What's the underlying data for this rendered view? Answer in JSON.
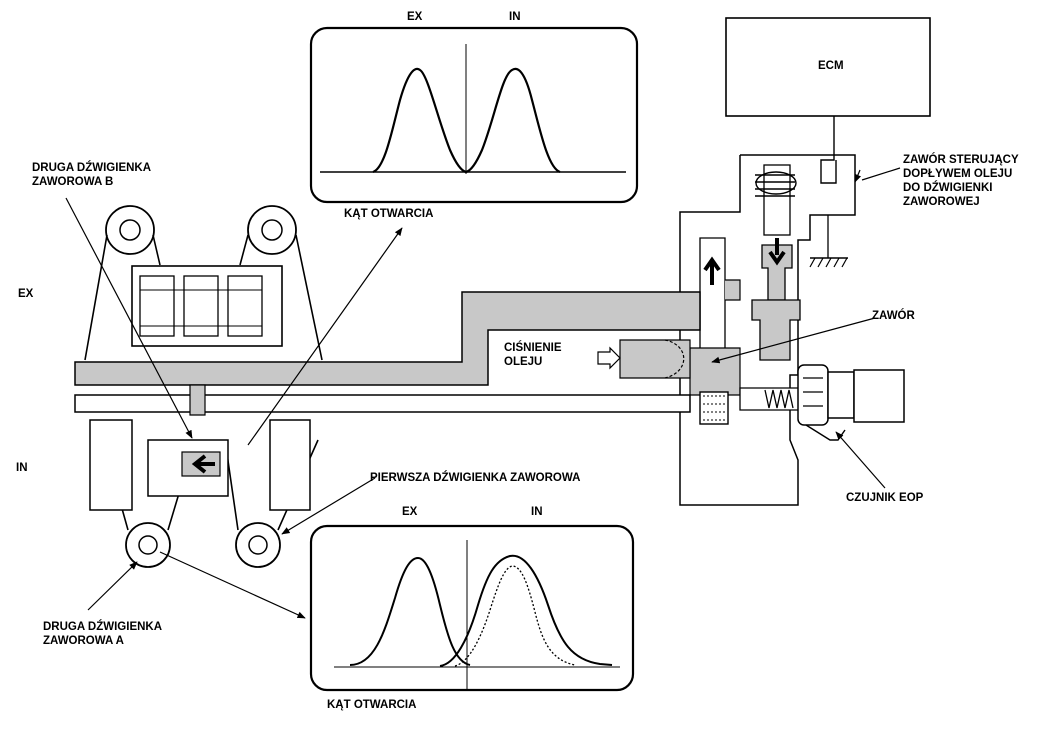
{
  "labels": {
    "top_graph_ex": "EX",
    "top_graph_in": "IN",
    "top_graph_caption": "KĄT OTWARCIA",
    "bottom_graph_ex": "EX",
    "bottom_graph_in": "IN",
    "bottom_graph_caption": "KĄT OTWARCIA",
    "ecm": "ECM",
    "control_valve_line1": "ZAWÓR STERUJĄCY",
    "control_valve_line2": "DOPŁYWEM OLEJU",
    "control_valve_line3": "DO DŹWIGIENKI",
    "control_valve_line4": "ZAWOROWEJ",
    "rocker_b_line1": "DRUGA DŹWIGIENKA",
    "rocker_b_line2": "ZAWOROWA B",
    "side_ex": "EX",
    "side_in": "IN",
    "oil_pressure_line1": "CIŚNIENIE",
    "oil_pressure_line2": "OLEJU",
    "valve": "ZAWÓR",
    "first_rocker": "PIERWSZA DŹWIGIENKA ZAWOROWA",
    "eop_sensor": "CZUJNIK EOP",
    "rocker_a_line1": "DRUGA DŹWIGIENKA",
    "rocker_a_line2": "ZAWOROWA A"
  },
  "colors": {
    "line": "#000000",
    "oil_fill": "#c8c8c8",
    "background": "#ffffff"
  }
}
